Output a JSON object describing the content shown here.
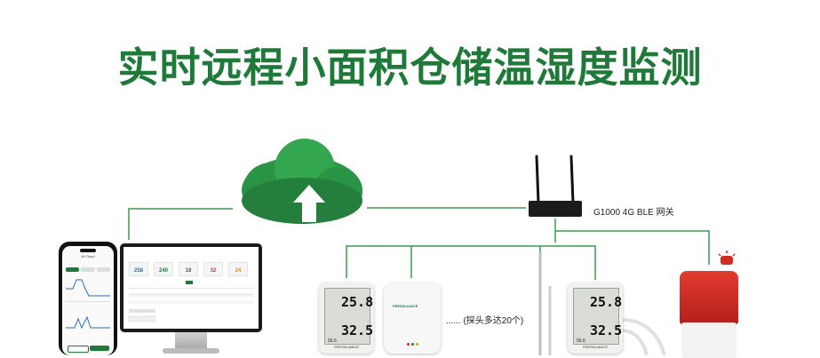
{
  "title": "实时远程小面积仓储温湿度监测",
  "gateway": {
    "label": "G1000 4G BLE 网关"
  },
  "probe_note": "...... (探头多达20个)",
  "phone": {
    "app_title": "Al Cloud"
  },
  "monitor": {
    "cards": [
      "258",
      "240",
      "18",
      "32",
      "24"
    ]
  },
  "thermometers": [
    {
      "temp": "25.8",
      "humidity": "32.5",
      "small": "56.6",
      "brand": "FRESHLIANCE"
    },
    {
      "temp": "25.8",
      "humidity": "32.5",
      "small": "56.6",
      "brand": "FRESHLIANCE"
    }
  ],
  "sensor_box": {
    "brand": "FRESHLIANCE"
  },
  "colors": {
    "brand_green": "#1f7a3a",
    "line_green": "#3c9a4d",
    "cloud_green": "#2e9a48",
    "alarm_red": "#d42b21"
  },
  "icons": {
    "cloud": "cloud-upload-icon",
    "alarm": "siren-icon"
  }
}
